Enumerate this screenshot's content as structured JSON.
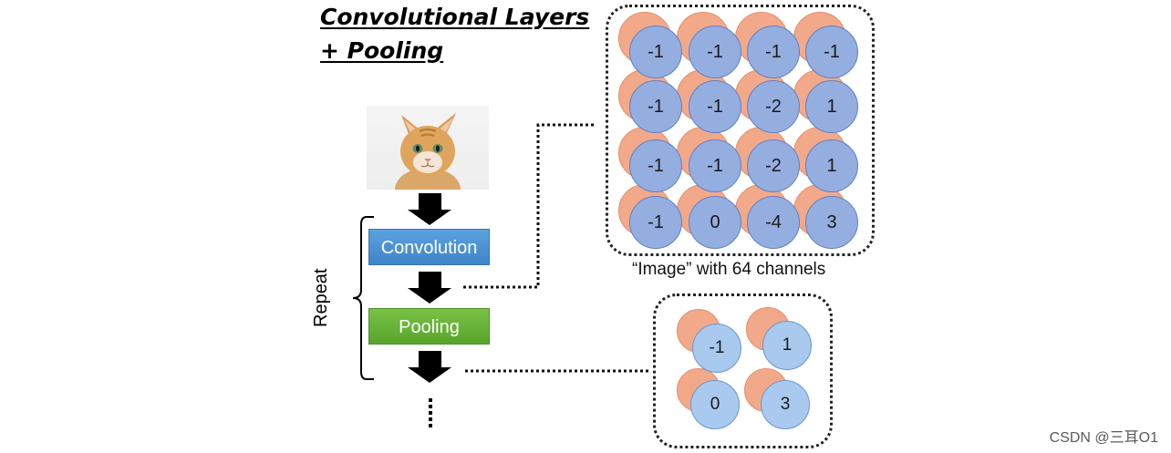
{
  "title": {
    "line1": "Convolutional Layers",
    "line2": "+ Pooling"
  },
  "flow": {
    "input_image": "cat-photo",
    "convolution_label": "Convolution",
    "pooling_label": "Pooling",
    "repeat_label": "Repeat"
  },
  "big_grid": {
    "caption": "“Image” with 64 channels",
    "rows": [
      [
        "-1",
        "-1",
        "-1",
        "-1"
      ],
      [
        "-1",
        "-1",
        "-2",
        "1"
      ],
      [
        "-1",
        "-1",
        "-2",
        "1"
      ],
      [
        "-1",
        "0",
        "-4",
        "3"
      ]
    ]
  },
  "small_grid": {
    "rows": [
      [
        "-1",
        "1"
      ],
      [
        "0",
        "3"
      ]
    ]
  },
  "watermark": "CSDN @三耳O1",
  "colors": {
    "orange_channel": "#f2a98a",
    "blue_channel": "#95aee0",
    "light_blue_channel": "#a9c9ee",
    "convolution_box": "#4a90d4",
    "pooling_box": "#67b437"
  }
}
